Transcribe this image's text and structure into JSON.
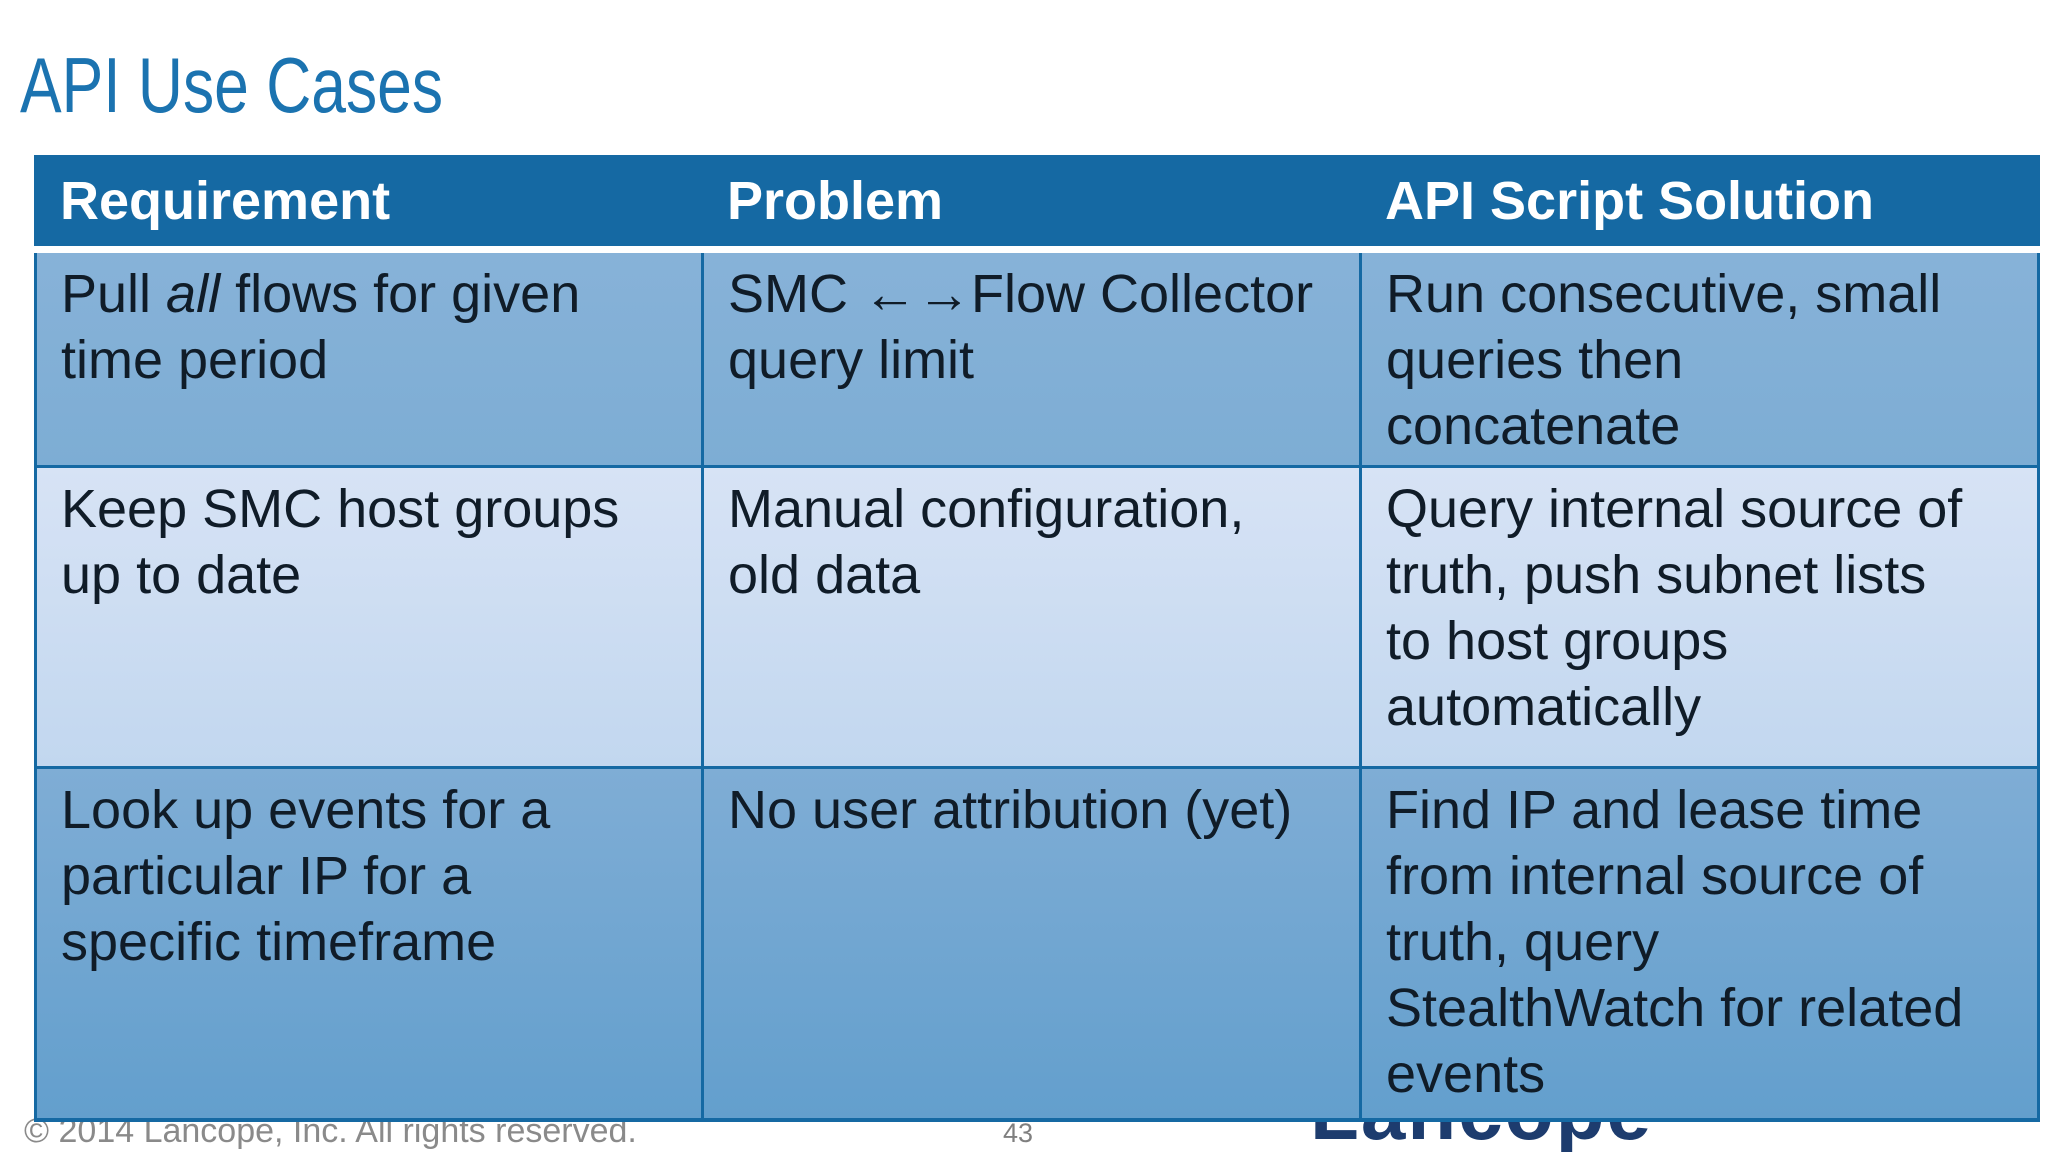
{
  "slide": {
    "title": "API Use Cases",
    "page_number": "43",
    "copyright": "© 2014 Lancope, Inc. All rights reserved.",
    "logo_text": "Lancope"
  },
  "colors": {
    "title_blue": "#1b73b0",
    "header_bg": "#1569a3",
    "grid_border": "#1569a3",
    "row_medium_blue": "#82afd6",
    "row_light_blue": "#cdddf2",
    "body_text": "#101c28",
    "header_text": "#ffffff",
    "footer_gray": "#8a8a8a",
    "logo_navy": "#1d3c6e"
  },
  "table": {
    "headers": [
      "Requirement",
      "Problem",
      "API Script Solution"
    ],
    "rows": [
      {
        "requirement_prefix": "Pull ",
        "requirement_italic": "all",
        "requirement_suffix": " flows for given\ntime period",
        "problem": "SMC ←→Flow Collector\nquery limit",
        "solution": "Run consecutive, small\nqueries then\nconcatenate"
      },
      {
        "requirement": "Keep SMC host groups\nup to date",
        "problem": "Manual configuration,\nold data",
        "solution": "Query internal source of\ntruth, push subnet lists\nto host groups\nautomatically"
      },
      {
        "requirement": "Look up events for a\nparticular IP for a\nspecific timeframe",
        "problem": "No user attribution (yet)",
        "solution": "Find IP and lease time\nfrom internal source of\ntruth, query\nStealthWatch for related\nevents"
      }
    ]
  }
}
